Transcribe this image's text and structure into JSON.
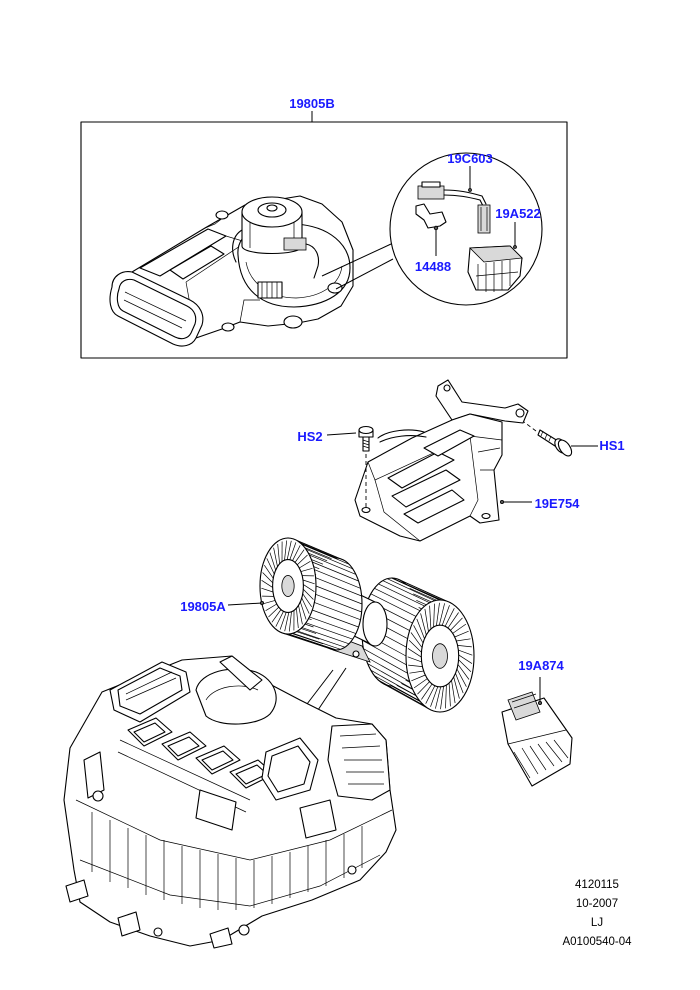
{
  "diagram": {
    "callouts": {
      "blower_assembly": "19805B",
      "connector": "19C603",
      "resistor_inset": "19A522",
      "clip": "14488",
      "screw_left": "HS2",
      "screw_right": "HS1",
      "bracket": "19E754",
      "blower_motor": "19805A",
      "resistor": "19A874"
    }
  },
  "footer": {
    "code": "4120115",
    "date": "10-2007",
    "initials": "LJ",
    "reference": "A0100540-04"
  },
  "colors": {
    "callout_text": "#1a1aff",
    "linework": "#000000",
    "background": "#ffffff"
  }
}
